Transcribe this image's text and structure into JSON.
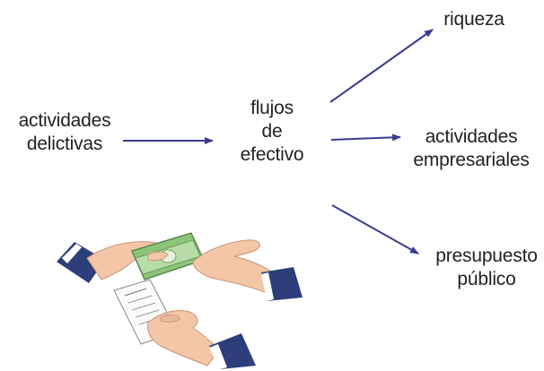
{
  "nodes": {
    "source": {
      "lines": [
        "actividades",
        "delictivas"
      ]
    },
    "center": {
      "lines": [
        "flujos",
        "de",
        "efectivo"
      ]
    },
    "wealth": {
      "lines": [
        "riqueza"
      ]
    },
    "business": {
      "lines": [
        "actividades",
        "empresariales"
      ]
    },
    "budget": {
      "lines": [
        "presupuesto",
        "público"
      ]
    }
  },
  "colors": {
    "arrow": "#3b3b8f",
    "text": "#222222",
    "skin": "#f2c6a6",
    "sleeve": "#2d3f7a",
    "banknote": "#8cc47a"
  },
  "illustration": {
    "icon": "hands-exchanging-money-icon"
  }
}
